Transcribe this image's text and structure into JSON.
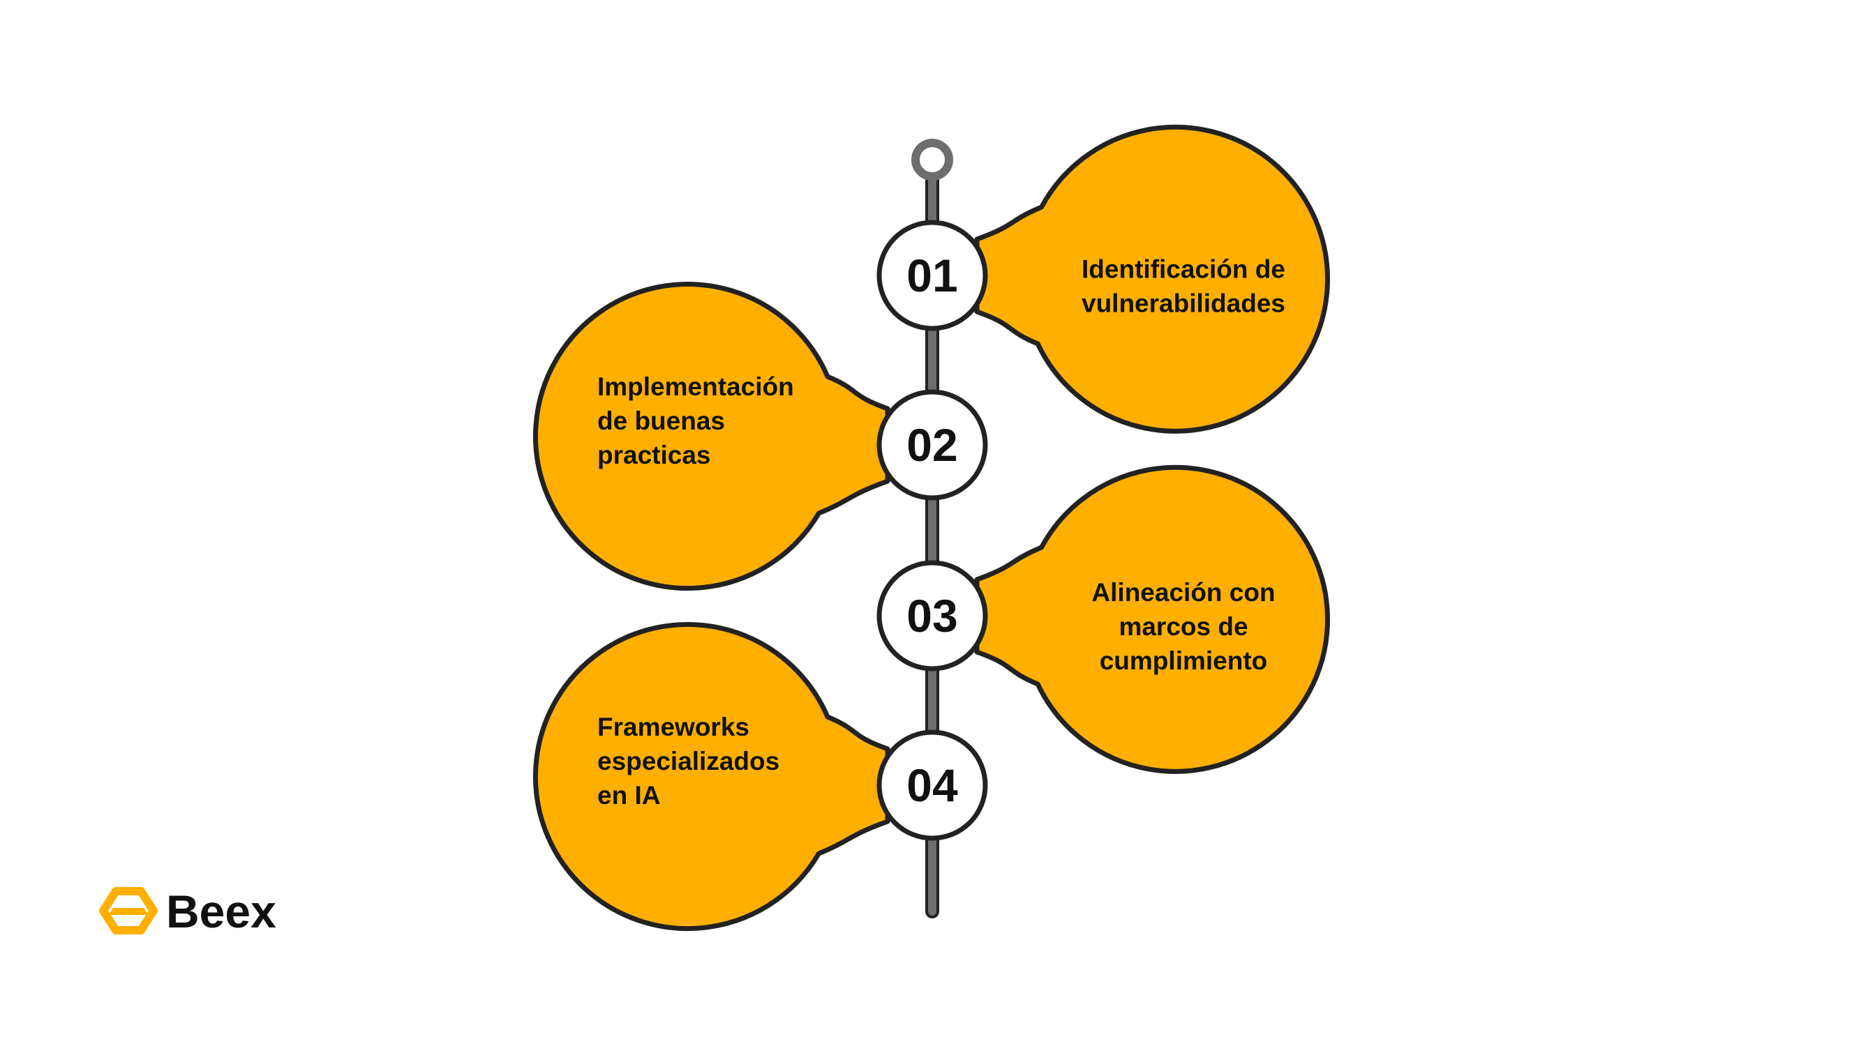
{
  "colors": {
    "bubble_fill": "#FFAF00",
    "outline": "#222222",
    "spine": "#6E6E70",
    "node_fill": "#FFFFFF",
    "text": "#111111",
    "background": "#FFFFFF"
  },
  "steps": [
    {
      "number": "01",
      "side": "right",
      "lines": [
        "Identificación de",
        "vulnerabilidades"
      ]
    },
    {
      "number": "02",
      "side": "left",
      "lines": [
        "Implementación",
        "de buenas",
        "practicas"
      ]
    },
    {
      "number": "03",
      "side": "right",
      "lines": [
        "Alineación con",
        "marcos de",
        "cumplimiento"
      ]
    },
    {
      "number": "04",
      "side": "left",
      "lines": [
        "Frameworks",
        "especializados",
        "en IA"
      ]
    }
  ],
  "brand": {
    "name": "Beex",
    "icon": "hexagon-logo-icon"
  }
}
